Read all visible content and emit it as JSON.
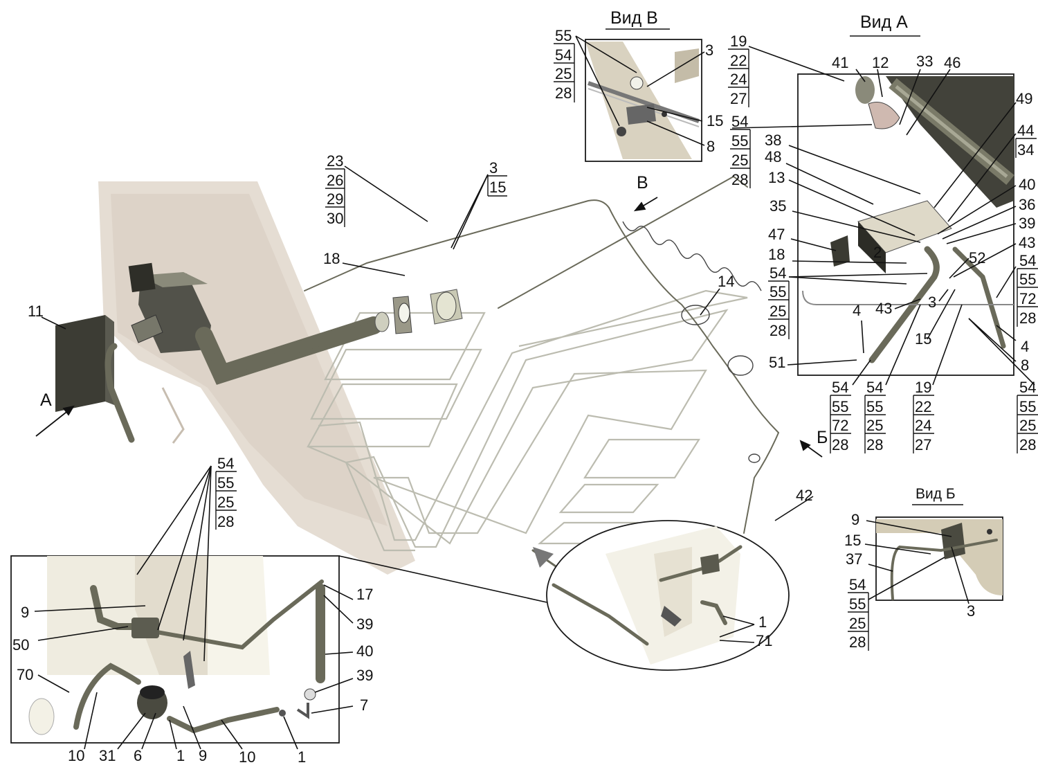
{
  "views": {
    "view_b_title": "Вид В",
    "view_a_title": "Вид А",
    "view_b_small_title": "Вид Б"
  },
  "arrows": {
    "a": "А",
    "b": "Б",
    "v": "В"
  },
  "labels": {
    "l55a": "55",
    "l54a": "54",
    "l25a": "25",
    "l28a": "28",
    "l3a": "3",
    "l15a": "15",
    "l8a": "8",
    "l19a": "19",
    "l22a": "22",
    "l24a": "24",
    "l27a": "27",
    "l54b": "54",
    "l55b": "55",
    "l25b": "25",
    "l28b": "28",
    "l41": "41",
    "l12": "12",
    "l33": "33",
    "l46": "46",
    "l49": "49",
    "l44": "44",
    "l34": "34",
    "l38": "38",
    "l48": "48",
    "l13": "13",
    "l40a": "40",
    "l36": "36",
    "l35": "35",
    "l39a": "39",
    "l47": "47",
    "l2": "2",
    "l43a": "43",
    "l18a": "18",
    "l52": "52",
    "l54c": "54",
    "l55c": "55",
    "l72a": "72",
    "l28c": "28",
    "l54d": "54",
    "l55d": "55",
    "l25d": "25",
    "l28d": "28",
    "l3b": "3",
    "l43b": "43",
    "l4a": "4",
    "l15b": "15",
    "l4b": "4",
    "l8b": "8",
    "l51": "51",
    "l54e": "54",
    "l55e": "55",
    "l72b": "72",
    "l28e": "28",
    "l54f": "54",
    "l55f": "55",
    "l25f": "25",
    "l28f": "28",
    "l19b": "19",
    "l22b": "22",
    "l24b": "24",
    "l27b": "27",
    "l54g": "54",
    "l55g": "55",
    "l25g": "25",
    "l28g": "28",
    "l23": "23",
    "l26": "26",
    "l29": "29",
    "l30": "30",
    "l3c": "3",
    "l15c": "15",
    "l18b": "18",
    "l11": "11",
    "l14": "14",
    "l42": "42",
    "l9a": "9",
    "l15d": "15",
    "l37": "37",
    "l54h": "54",
    "l55h": "55",
    "l25h": "25",
    "l28h": "28",
    "l3d": "3",
    "l54i": "54",
    "l55i": "55",
    "l25i": "25",
    "l28i": "28",
    "l9b": "9",
    "l50": "50",
    "l70": "70",
    "l17": "17",
    "l39b": "39",
    "l40b": "40",
    "l39c": "39",
    "l7": "7",
    "l10a": "10",
    "l31": "31",
    "l6": "6",
    "l1a": "1",
    "l9c": "9",
    "l10b": "10",
    "l1b": "1",
    "l1c": "1",
    "l71": "71"
  }
}
